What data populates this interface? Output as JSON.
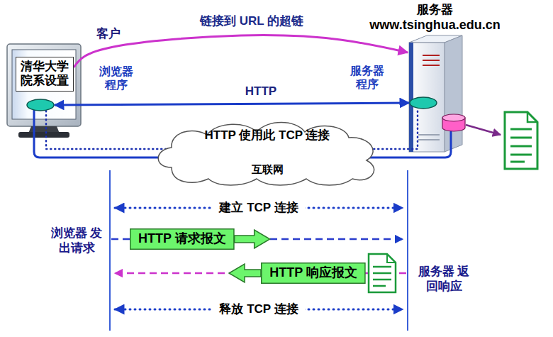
{
  "diagram": {
    "nodes": [
      {
        "text": [
          "清华大学 院系设置"
        ]
      },
      {
        "text": [
          "浏览器 程序"
        ]
      },
      {
        "text": [
          "服务器",
          "www.tsinghua.edu.cn"
        ]
      },
      {
        "text": [
          "服务器 程序"
        ]
      },
      {
        "text": [
          "HTTP 使用此 TCP 连接",
          "互联网"
        ]
      },
      {
        "text": [
          "HTTP 请求报文"
        ]
      },
      {
        "text": [
          "HTTP 响应报文"
        ]
      }
    ],
    "edges": [
      {
        "from": 0,
        "to": 2,
        "arrow": "to",
        "label": "链接到 URL 的超链"
      },
      {
        "from": 1,
        "to": 3,
        "arrow": "both",
        "label": "HTTP"
      },
      {
        "from": 1,
        "to": 3,
        "arrow": "none"
      }
    ],
    "labels": [
      "客户",
      "建立 TCP 连接",
      "浏览器 发出请求",
      "服务器 返回响应",
      "释放 TCP 连接"
    ]
  }
}
